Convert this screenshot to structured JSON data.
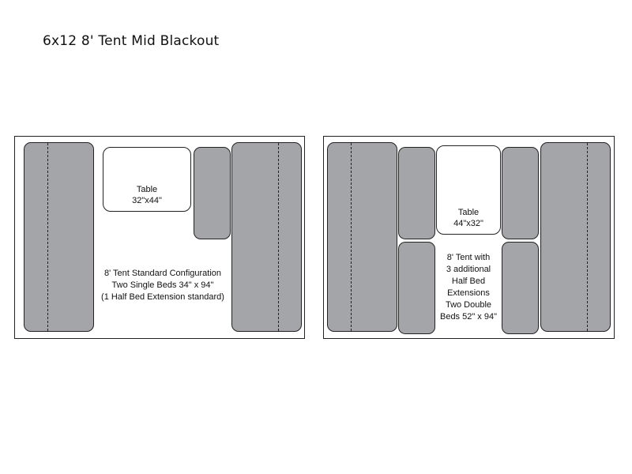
{
  "page": {
    "title": "6x12 8' Tent Mid Blackout"
  },
  "left_layout": {
    "table": {
      "label": "Table",
      "size": "32\"x44\""
    },
    "caption": [
      "8' Tent Standard Configuration",
      "Two Single Beds 34\" x 94\"",
      "(1 Half Bed Extension standard)"
    ]
  },
  "right_layout": {
    "table": {
      "label": "Table",
      "size": "44\"x32\""
    },
    "caption": [
      "8' Tent with",
      "3 additional",
      "Half Bed",
      "Extensions",
      "Two Double",
      "Beds 52\" x 94\""
    ]
  },
  "colors": {
    "bed_fill": "#a4a5a8",
    "outline": "#222222",
    "background": "#ffffff"
  }
}
